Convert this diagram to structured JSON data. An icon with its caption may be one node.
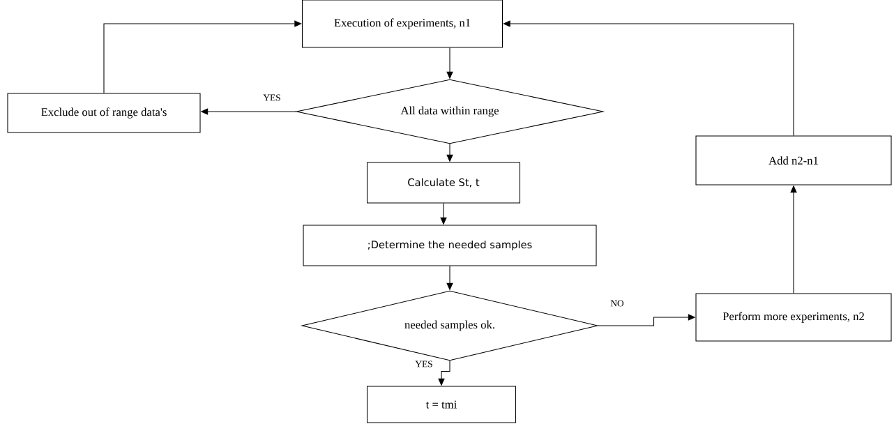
{
  "diagram": {
    "nodes": [
      {
        "text": [
          "Execution of experiments, n1"
        ]
      },
      {
        "text": [
          "Exclude out of range data's"
        ]
      },
      {
        "text": [
          "All data within range"
        ]
      },
      {
        "text": [
          "Calculate St, t"
        ]
      },
      {
        "text": [
          ";Determine the needed samples"
        ]
      },
      {
        "text": [
          "needed samples ok."
        ]
      },
      {
        "text": [
          "t = tmi"
        ]
      },
      {
        "text": [
          "Add n2-n1"
        ]
      },
      {
        "text": [
          "Perform more experiments, n2"
        ]
      }
    ],
    "edges": [
      {
        "from": 0,
        "to": 2,
        "arrow": "to"
      },
      {
        "from": 2,
        "to": 1,
        "arrow": "to",
        "label": "YES"
      },
      {
        "from": 1,
        "to": 0,
        "arrow": "to"
      },
      {
        "from": 2,
        "to": 3,
        "arrow": "to"
      },
      {
        "from": 3,
        "to": 4,
        "arrow": "to"
      },
      {
        "from": 4,
        "to": 5,
        "arrow": "to"
      },
      {
        "from": 5,
        "to": 8,
        "arrow": "to",
        "label": "NO"
      },
      {
        "from": 5,
        "to": 6,
        "arrow": "to",
        "label": "YES"
      },
      {
        "from": 8,
        "to": 7,
        "arrow": "to"
      },
      {
        "from": 7,
        "to": 0,
        "arrow": "to"
      }
    ]
  }
}
